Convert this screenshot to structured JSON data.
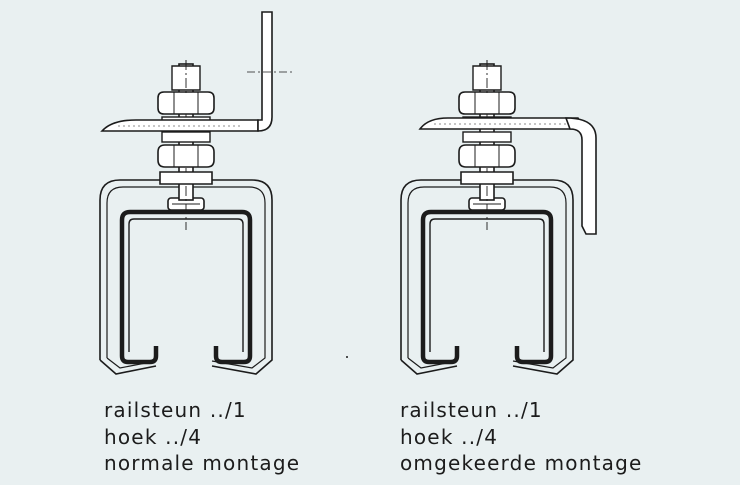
{
  "diagrams": [
    {
      "variant": "normal",
      "caption": [
        "railsteun ../1",
        "hoek ../4",
        "normale montage"
      ]
    },
    {
      "variant": "reversed",
      "caption": [
        "railsteun ../1",
        "hoek ../4",
        "omgekeerde montage"
      ]
    }
  ],
  "colors": {
    "background": "#e9f0f1",
    "ink": "#1c1c1c",
    "fill": "#ffffff"
  }
}
